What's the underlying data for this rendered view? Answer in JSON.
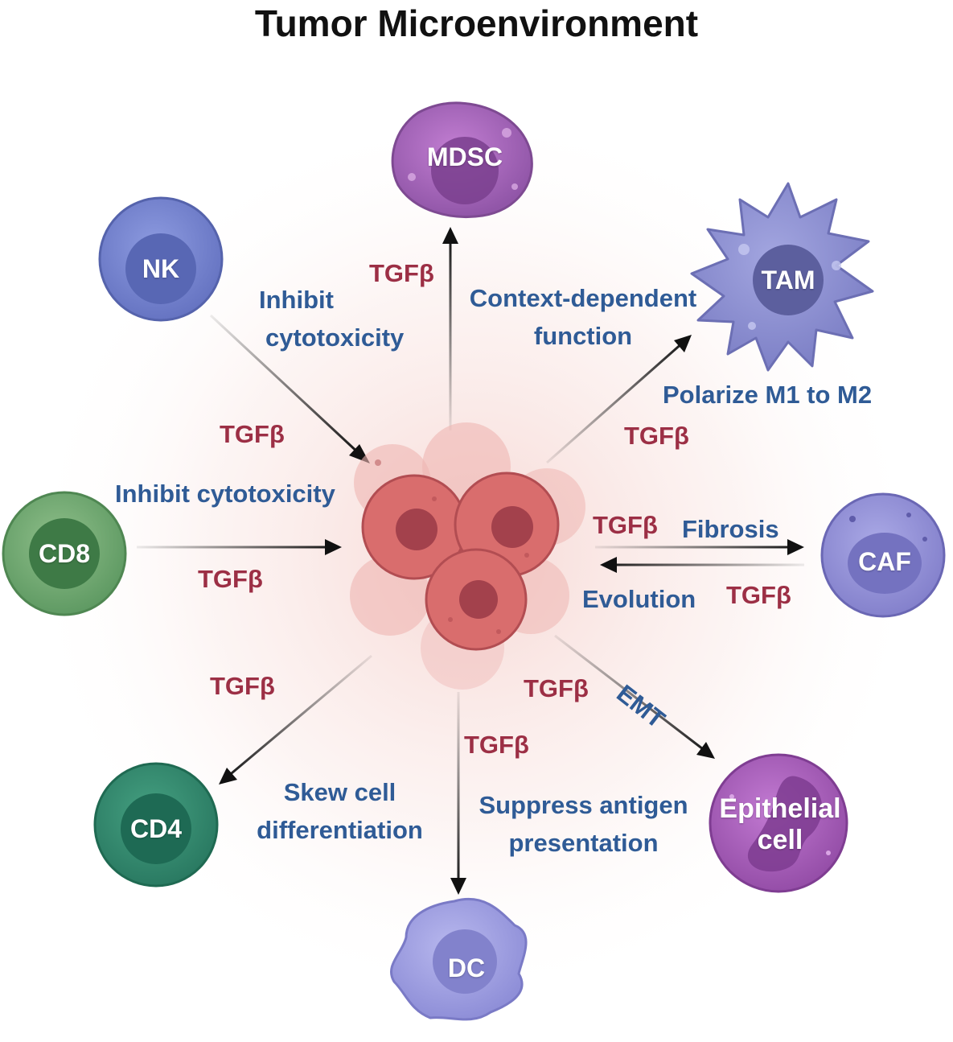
{
  "title": "Tumor Microenvironment",
  "cells": {
    "mdsc": "MDSC",
    "nk": "NK",
    "tam": "TAM",
    "cd8": "CD8",
    "caf": "CAF",
    "cd4": "CD4",
    "dc": "DC",
    "epithelial_line1": "Epithelial",
    "epithelial_line2": "cell"
  },
  "signal": "TGFβ",
  "effects": {
    "nk_line1": "Inhibit",
    "nk_line2": "cytotoxicity",
    "mdsc_line1": "Context-dependent",
    "mdsc_line2": "function",
    "tam": "Polarize M1 to M2",
    "cd8": "Inhibit cytotoxicity",
    "caf_forward": "Fibrosis",
    "caf_back": "Evolution",
    "epithelial": "EMT",
    "cd4_line1": "Skew cell",
    "cd4_line2": "differentiation",
    "dc_line1": "Suppress antigen",
    "dc_line2": "presentation"
  },
  "colors": {
    "signal": "#9c2f45",
    "effect": "#2f5b96",
    "tumor": "#d96d6d"
  }
}
